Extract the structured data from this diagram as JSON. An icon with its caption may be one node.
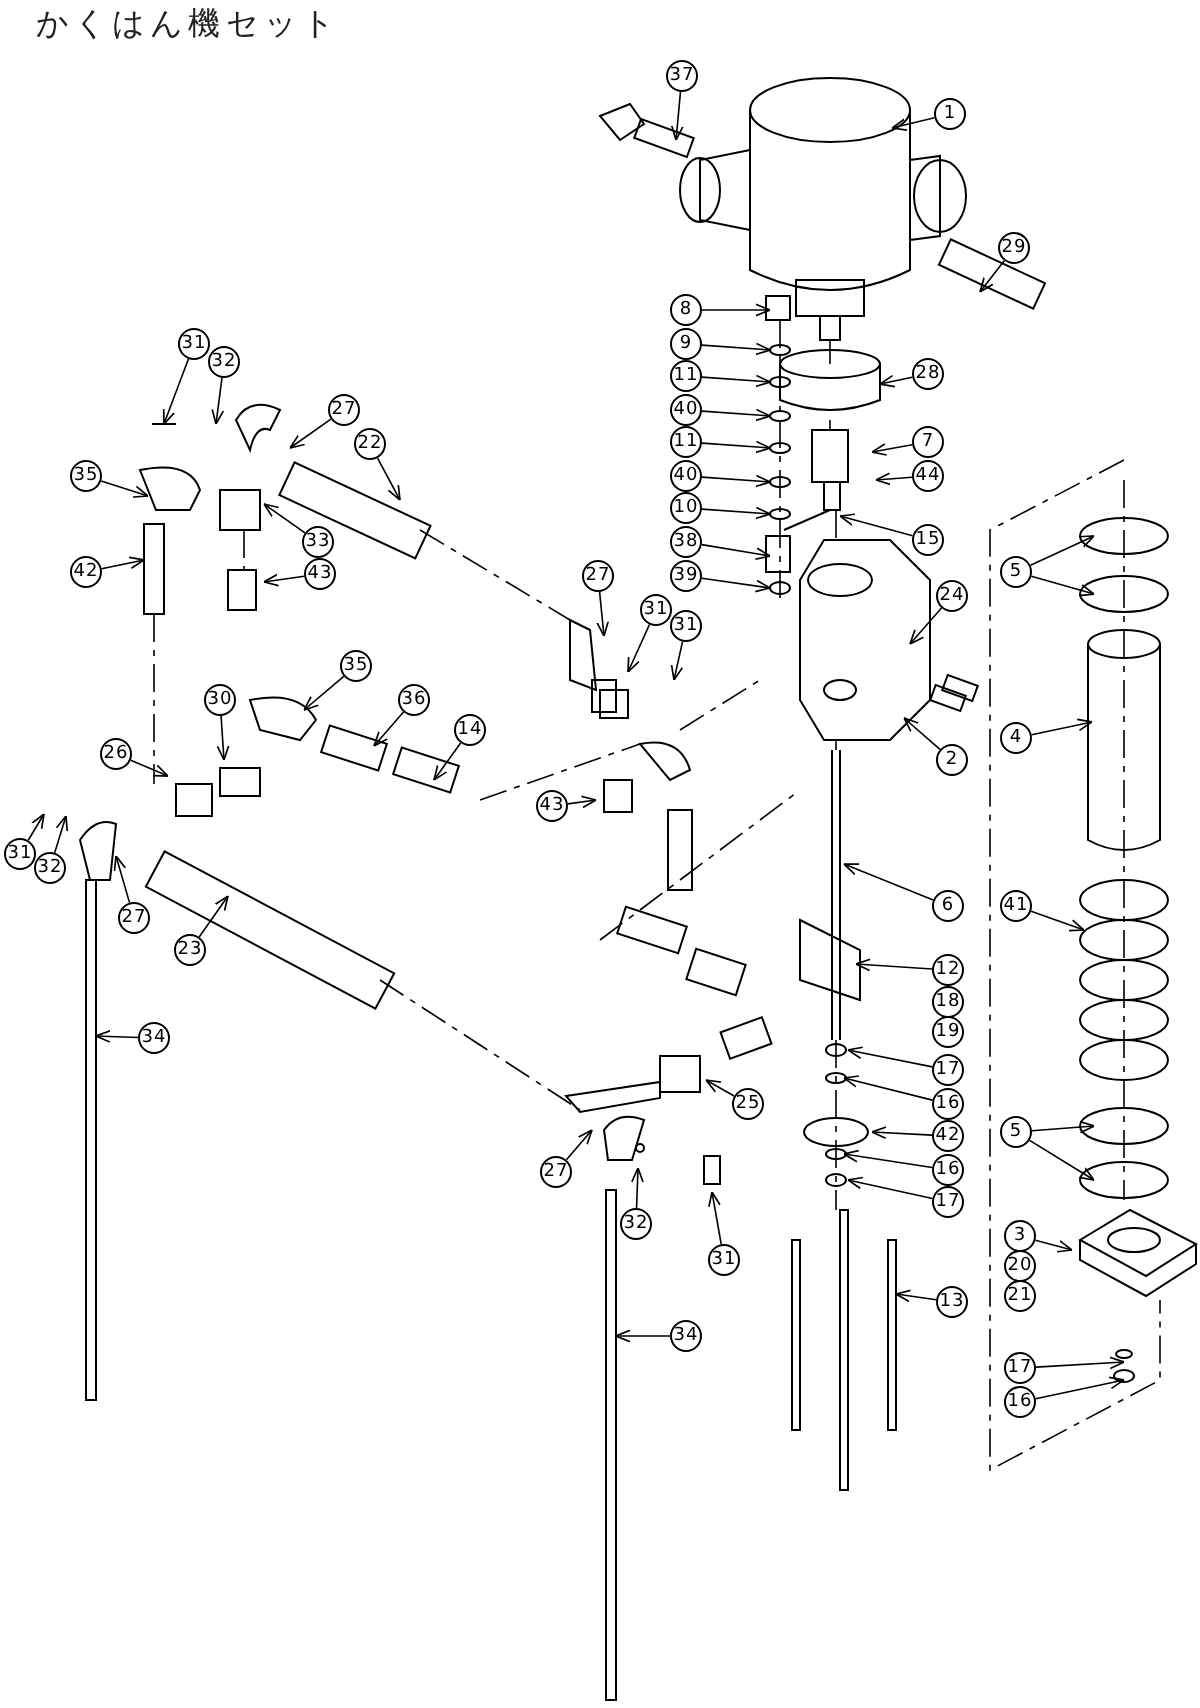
{
  "diagram": {
    "title": "かくはん機セット",
    "nodes": [
      {
        "text": [
          "37"
        ]
      },
      {
        "text": [
          "1"
        ]
      },
      {
        "text": [
          "29"
        ]
      },
      {
        "text": [
          "8"
        ]
      },
      {
        "text": [
          "9"
        ]
      },
      {
        "text": [
          "31"
        ]
      },
      {
        "text": [
          "32"
        ]
      },
      {
        "text": [
          "28"
        ]
      },
      {
        "text": [
          "11"
        ]
      },
      {
        "text": [
          "40"
        ]
      },
      {
        "text": [
          "27"
        ]
      },
      {
        "text": [
          "11"
        ]
      },
      {
        "text": [
          "7"
        ]
      },
      {
        "text": [
          "22"
        ]
      },
      {
        "text": [
          "35"
        ]
      },
      {
        "text": [
          "40"
        ]
      },
      {
        "text": [
          "44"
        ]
      },
      {
        "text": [
          "10"
        ]
      },
      {
        "text": [
          "15"
        ]
      },
      {
        "text": [
          "33"
        ]
      },
      {
        "text": [
          "38"
        ]
      },
      {
        "text": [
          "42"
        ]
      },
      {
        "text": [
          "43"
        ]
      },
      {
        "text": [
          "5"
        ]
      },
      {
        "text": [
          "27"
        ]
      },
      {
        "text": [
          "39"
        ]
      },
      {
        "text": [
          "24"
        ]
      },
      {
        "text": [
          "31"
        ]
      },
      {
        "text": [
          "31"
        ]
      },
      {
        "text": [
          "35"
        ]
      },
      {
        "text": [
          "30"
        ]
      },
      {
        "text": [
          "36"
        ]
      },
      {
        "text": [
          "14"
        ]
      },
      {
        "text": [
          "2"
        ]
      },
      {
        "text": [
          "4"
        ]
      },
      {
        "text": [
          "26"
        ]
      },
      {
        "text": [
          "43"
        ]
      },
      {
        "text": [
          "31"
        ]
      },
      {
        "text": [
          "32"
        ]
      },
      {
        "text": [
          "6"
        ]
      },
      {
        "text": [
          "41"
        ]
      },
      {
        "text": [
          "27"
        ]
      },
      {
        "text": [
          "23"
        ]
      },
      {
        "text": [
          "12"
        ]
      },
      {
        "text": [
          "18"
        ]
      },
      {
        "text": [
          "19"
        ]
      },
      {
        "text": [
          "34"
        ]
      },
      {
        "text": [
          "17"
        ]
      },
      {
        "text": [
          "16"
        ]
      },
      {
        "text": [
          "5"
        ]
      },
      {
        "text": [
          "25"
        ]
      },
      {
        "text": [
          "42"
        ]
      },
      {
        "text": [
          "27"
        ]
      },
      {
        "text": [
          "16"
        ]
      },
      {
        "text": [
          "17"
        ]
      },
      {
        "text": [
          "32"
        ]
      },
      {
        "text": [
          "31"
        ]
      },
      {
        "text": [
          "3"
        ]
      },
      {
        "text": [
          "20"
        ]
      },
      {
        "text": [
          "21"
        ]
      },
      {
        "text": [
          "13"
        ]
      },
      {
        "text": [
          "34"
        ]
      },
      {
        "text": [
          "17"
        ]
      },
      {
        "text": [
          "16"
        ]
      }
    ],
    "edges": [
      {
        "from": 0,
        "to": null,
        "arrow": "to"
      },
      {
        "from": 1,
        "to": null,
        "arrow": "to"
      },
      {
        "from": 2,
        "to": null,
        "arrow": "to"
      },
      {
        "from": 3,
        "to": null,
        "arrow": "to"
      },
      {
        "from": 4,
        "to": null,
        "arrow": "to"
      },
      {
        "from": 5,
        "to": null,
        "arrow": "to"
      },
      {
        "from": 6,
        "to": null,
        "arrow": "to"
      },
      {
        "from": 7,
        "to": null,
        "arrow": "to"
      },
      {
        "from": 8,
        "to": null,
        "arrow": "to"
      },
      {
        "from": 9,
        "to": null,
        "arrow": "to"
      },
      {
        "from": 10,
        "to": null,
        "arrow": "to"
      },
      {
        "from": 11,
        "to": null,
        "arrow": "to"
      },
      {
        "from": 12,
        "to": null,
        "arrow": "to"
      },
      {
        "from": 13,
        "to": null,
        "arrow": "to"
      },
      {
        "from": 14,
        "to": null,
        "arrow": "to"
      },
      {
        "from": 15,
        "to": null,
        "arrow": "to"
      },
      {
        "from": 16,
        "to": null,
        "arrow": "to"
      },
      {
        "from": 17,
        "to": null,
        "arrow": "to"
      },
      {
        "from": 18,
        "to": null,
        "arrow": "to"
      },
      {
        "from": 19,
        "to": null,
        "arrow": "to"
      },
      {
        "from": 20,
        "to": null,
        "arrow": "to"
      },
      {
        "from": 21,
        "to": null,
        "arrow": "to"
      },
      {
        "from": 22,
        "to": null,
        "arrow": "to"
      },
      {
        "from": 23,
        "to": null,
        "arrow": "to"
      },
      {
        "from": 23,
        "to": null,
        "arrow": "to"
      },
      {
        "from": 24,
        "to": null,
        "arrow": "to"
      },
      {
        "from": 25,
        "to": null,
        "arrow": "to"
      },
      {
        "from": 26,
        "to": null,
        "arrow": "to"
      },
      {
        "from": 27,
        "to": null,
        "arrow": "to"
      },
      {
        "from": 28,
        "to": null,
        "arrow": "to"
      },
      {
        "from": 29,
        "to": null,
        "arrow": "to"
      },
      {
        "from": 30,
        "to": null,
        "arrow": "to"
      },
      {
        "from": 31,
        "to": null,
        "arrow": "to"
      },
      {
        "from": 32,
        "to": null,
        "arrow": "to"
      },
      {
        "from": 33,
        "to": null,
        "arrow": "to"
      },
      {
        "from": 34,
        "to": null,
        "arrow": "to"
      },
      {
        "from": 35,
        "to": null,
        "arrow": "to"
      },
      {
        "from": 36,
        "to": null,
        "arrow": "to"
      },
      {
        "from": 37,
        "to": null,
        "arrow": "to"
      },
      {
        "from": 38,
        "to": null,
        "arrow": "to"
      },
      {
        "from": 39,
        "to": null,
        "arrow": "to"
      },
      {
        "from": 40,
        "to": null,
        "arrow": "to"
      },
      {
        "from": 41,
        "to": null,
        "arrow": "to"
      },
      {
        "from": 42,
        "to": null,
        "arrow": "to"
      },
      {
        "from": 43,
        "to": null,
        "arrow": "to"
      },
      {
        "from": 46,
        "to": null,
        "arrow": "to"
      },
      {
        "from": 47,
        "to": null,
        "arrow": "to"
      },
      {
        "from": 48,
        "to": null,
        "arrow": "to"
      },
      {
        "from": 49,
        "to": null,
        "arrow": "to"
      },
      {
        "from": 49,
        "to": null,
        "arrow": "to"
      },
      {
        "from": 50,
        "to": null,
        "arrow": "to"
      },
      {
        "from": 51,
        "to": null,
        "arrow": "to"
      },
      {
        "from": 52,
        "to": null,
        "arrow": "to"
      },
      {
        "from": 53,
        "to": null,
        "arrow": "to"
      },
      {
        "from": 54,
        "to": null,
        "arrow": "to"
      },
      {
        "from": 55,
        "to": null,
        "arrow": "to"
      },
      {
        "from": 56,
        "to": null,
        "arrow": "to"
      },
      {
        "from": 57,
        "to": null,
        "arrow": "to"
      },
      {
        "from": 60,
        "to": null,
        "arrow": "to"
      },
      {
        "from": 61,
        "to": null,
        "arrow": "to"
      },
      {
        "from": 62,
        "to": null,
        "arrow": "to"
      },
      {
        "from": 63,
        "to": null,
        "arrow": "to"
      }
    ]
  }
}
